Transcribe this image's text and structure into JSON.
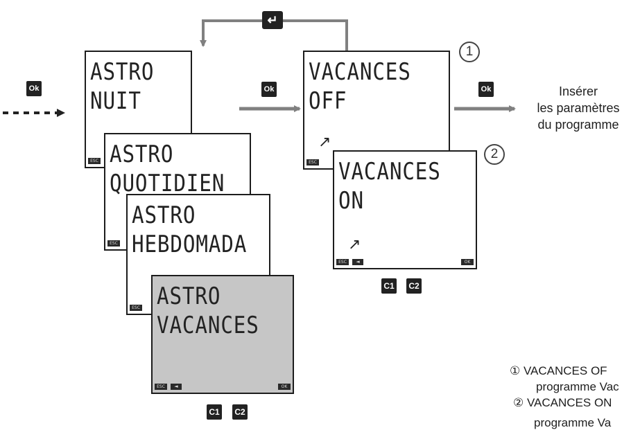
{
  "entry_ok_label": "Ok",
  "flow_labels": {
    "enter_icon": "↵",
    "ok_1": "Ok",
    "ok_2": "Ok"
  },
  "stack_screens": [
    {
      "line1": "ASTRO",
      "line2": "NUIT",
      "softkey_left": "ESC"
    },
    {
      "line1": "ASTRO",
      "line2": "QUOTIDIEN",
      "softkey_left": "ESC"
    },
    {
      "line1": "ASTRO",
      "line2": "HEBDOMADA",
      "softkey_left": "ESC"
    },
    {
      "line1": "ASTRO",
      "line2": "VACANCES",
      "softkey_left": "ESC",
      "softkey_mid": "◄",
      "softkey_right": "OK",
      "highlight": "#c6c6c6"
    }
  ],
  "stack_badges": {
    "c1": "C1",
    "c2": "C2"
  },
  "vacances_off": {
    "number": "1",
    "line1": "VACANCES",
    "line2": "OFF",
    "arrow_icon": "↗",
    "softkey_left": "ESC"
  },
  "vacances_on": {
    "number": "2",
    "line1": "VACANCES",
    "line2": "ON",
    "arrow_icon": "↗",
    "softkey_left": "ESC",
    "softkey_mid": "◄",
    "softkey_right": "OK"
  },
  "vac_badges": {
    "c1": "C1",
    "c2": "C2"
  },
  "next_step": {
    "line1": "Insérer",
    "line2": "les paramètres",
    "line3": "du programme"
  },
  "notes": [
    "① VACANCES OF",
    "programme Vac",
    "② VACANCES ON",
    "programme Va"
  ],
  "colors": {
    "ink": "#222222",
    "arrow": "#808080",
    "lcd_active": "#c6c6c6"
  }
}
